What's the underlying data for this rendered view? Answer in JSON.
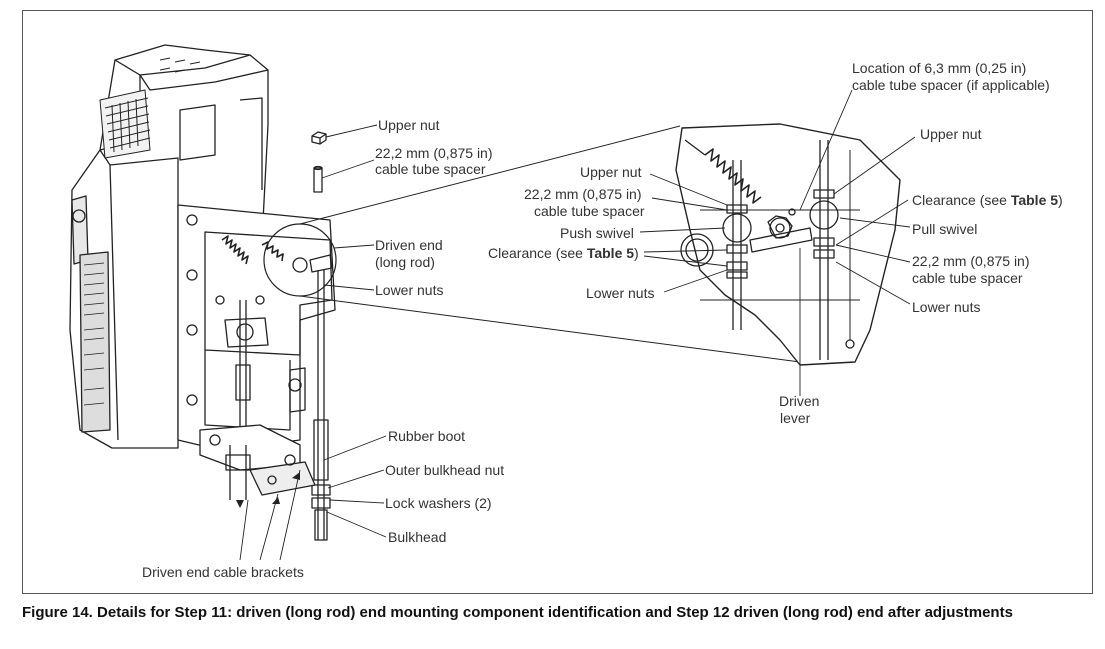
{
  "figure": {
    "caption": "Figure 14. Details for Step 11: driven (long rod) end mounting component identification and Step 12 driven (long rod) end after adjustments"
  },
  "labels": {
    "upper_nut_left": "Upper nut",
    "spacer_left_1": "22,2 mm (0,875 in)",
    "spacer_left_2": "cable tube spacer",
    "driven_end_1": "Driven end",
    "driven_end_2": "(long rod)",
    "lower_nuts_left": "Lower nuts",
    "rubber_boot": "Rubber boot",
    "outer_bulkhead_nut": "Outer bulkhead nut",
    "lock_washers": "Lock washers (2)",
    "bulkhead": "Bulkhead",
    "driven_end_cable_brackets": "Driven end cable brackets",
    "location_spacer_1": "Location of 6,3 mm (0,25 in)",
    "location_spacer_2": "cable tube spacer (if applicable)",
    "upper_nut_detail_left": "Upper nut",
    "spacer_detail_left_1": "22,2 mm (0,875 in)",
    "spacer_detail_left_2": "cable tube spacer",
    "push_swivel": "Push swivel",
    "clearance_left_prefix": "Clearance (see ",
    "clearance_left_bold": "Table 5",
    "clearance_left_suffix": ")",
    "lower_nuts_detail_left": "Lower nuts",
    "upper_nut_detail_right": "Upper nut",
    "clearance_right_prefix": "Clearance (see ",
    "clearance_right_bold": "Table 5",
    "clearance_right_suffix": ")",
    "pull_swivel": "Pull swivel",
    "spacer_detail_right_1": "22,2 mm (0,875 in)",
    "spacer_detail_right_2": "cable tube spacer",
    "lower_nuts_detail_right": "Lower nuts",
    "driven_lever_1": "Driven",
    "driven_lever_2": "lever"
  }
}
